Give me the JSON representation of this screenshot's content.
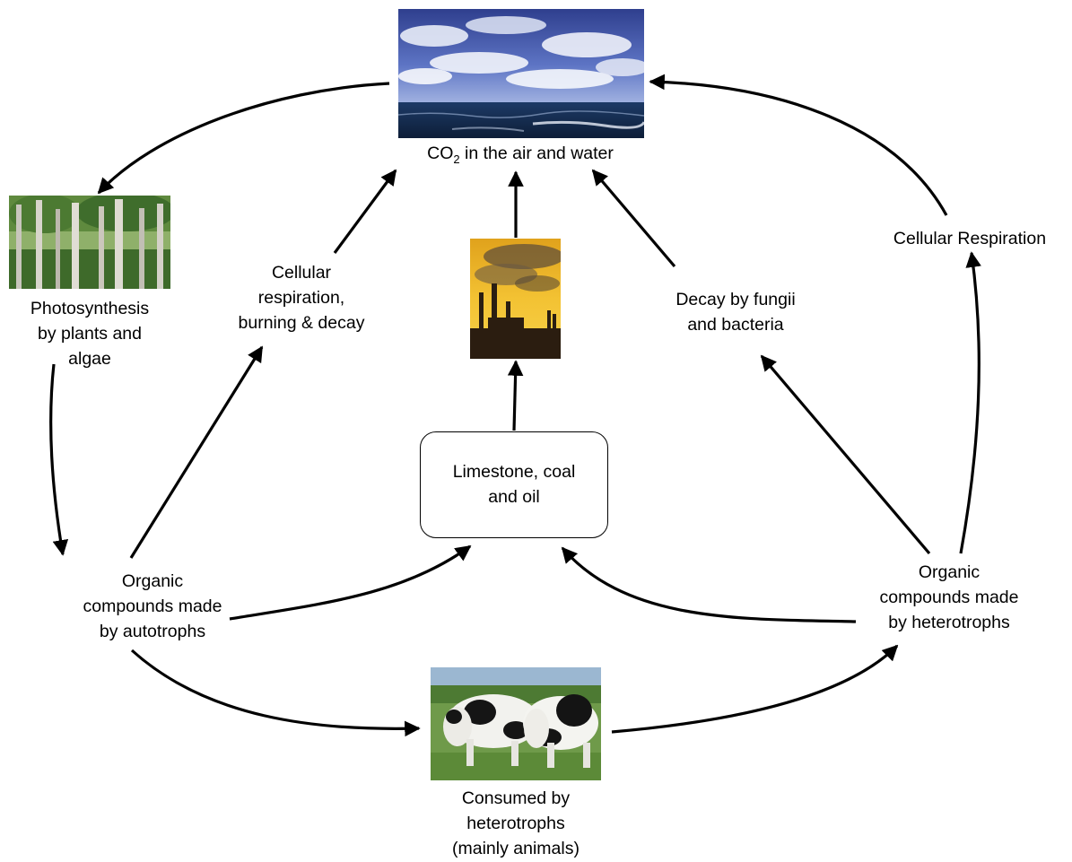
{
  "nodes": {
    "co2": {
      "text": "CO",
      "sub": "2",
      "rest": " in the air and water"
    },
    "photosynthesis": {
      "lines": [
        "Photosynthesis",
        "by plants and",
        "algae"
      ]
    },
    "respiration_burning": {
      "lines": [
        "Cellular",
        "respiration,",
        "burning & decay"
      ]
    },
    "decay": {
      "lines": [
        "Decay by fungii",
        "and bacteria"
      ]
    },
    "cellular_respiration": {
      "text": "Cellular Respiration"
    },
    "storage": {
      "lines": [
        "Limestone, coal",
        "and oil"
      ]
    },
    "autotroph_compounds": {
      "lines": [
        "Organic",
        "compounds made",
        "by autotrophs"
      ]
    },
    "heterotroph_compounds": {
      "lines": [
        "Organic",
        "compounds made",
        "by heterotrophs"
      ]
    },
    "consumed": {
      "lines": [
        "Consumed by",
        "heterotrophs",
        "(mainly animals)"
      ]
    }
  },
  "images": {
    "sky_sea": "sky-and-sea-photo",
    "forest": "forest-photo",
    "factory": "factory-smoke-photo",
    "cows": "cows-photo"
  },
  "colors": {
    "arrow": "#000000"
  }
}
